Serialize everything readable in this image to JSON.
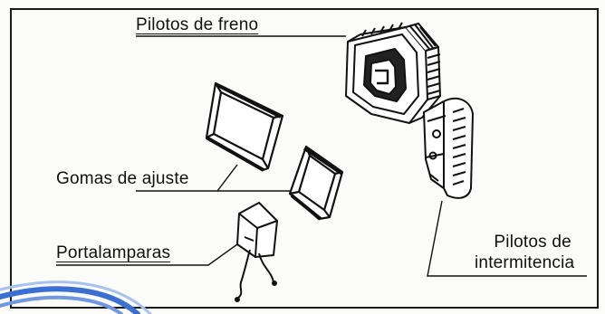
{
  "diagram": {
    "labels": {
      "brake_lights": "Pilotos de freno",
      "seals": "Gomas de ajuste",
      "bulb_holder": "Portalamparas",
      "indicators_line1": "Pilotos de",
      "indicators_line2": "intermitencia"
    },
    "colors": {
      "ink": "#111111",
      "frame": "#1a1a1a",
      "background": "#fbfbf9",
      "scan_blue": "#3b6fd2"
    }
  }
}
